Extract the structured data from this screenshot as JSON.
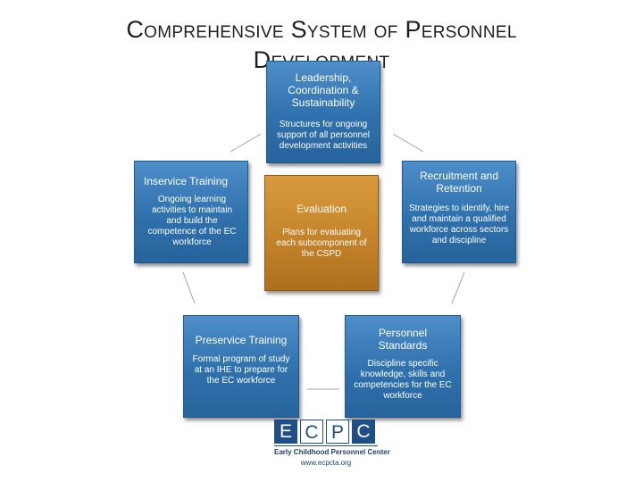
{
  "title": {
    "line1": "Comprehensive System of Personnel",
    "line2": "Development"
  },
  "nodes": {
    "leadership": {
      "title": "Leadership, Coordination & Sustainability",
      "desc": "Structures for ongoing support of all personnel development activities"
    },
    "inservice": {
      "title": "Inservice Training",
      "desc": "Ongoing learning activities to maintain and build the competence of the EC workforce"
    },
    "recruitment": {
      "title": "Recruitment and Retention",
      "desc": "Strategies to identify, hire and maintain a qualified workforce across sectors and discipline"
    },
    "evaluation": {
      "title": "Evaluation",
      "desc": "Plans for evaluating each subcomponent of the CSPD"
    },
    "preservice": {
      "title": "Preservice Training",
      "desc": "Formal program of study at an IHE to prepare for the EC workforce"
    },
    "standards": {
      "title": "Personnel Standards",
      "desc": "Discipline specific knowledge, skills and competencies for the EC workforce"
    }
  },
  "logo": {
    "letters": [
      "E",
      "C",
      "P",
      "C"
    ],
    "name": "Early Childhood Personnel Center",
    "url": "www.ecpcta.org"
  },
  "colors": {
    "ring_node": "#2f71ad",
    "center_node": "#c5842a",
    "logo": "#1f4f86"
  }
}
